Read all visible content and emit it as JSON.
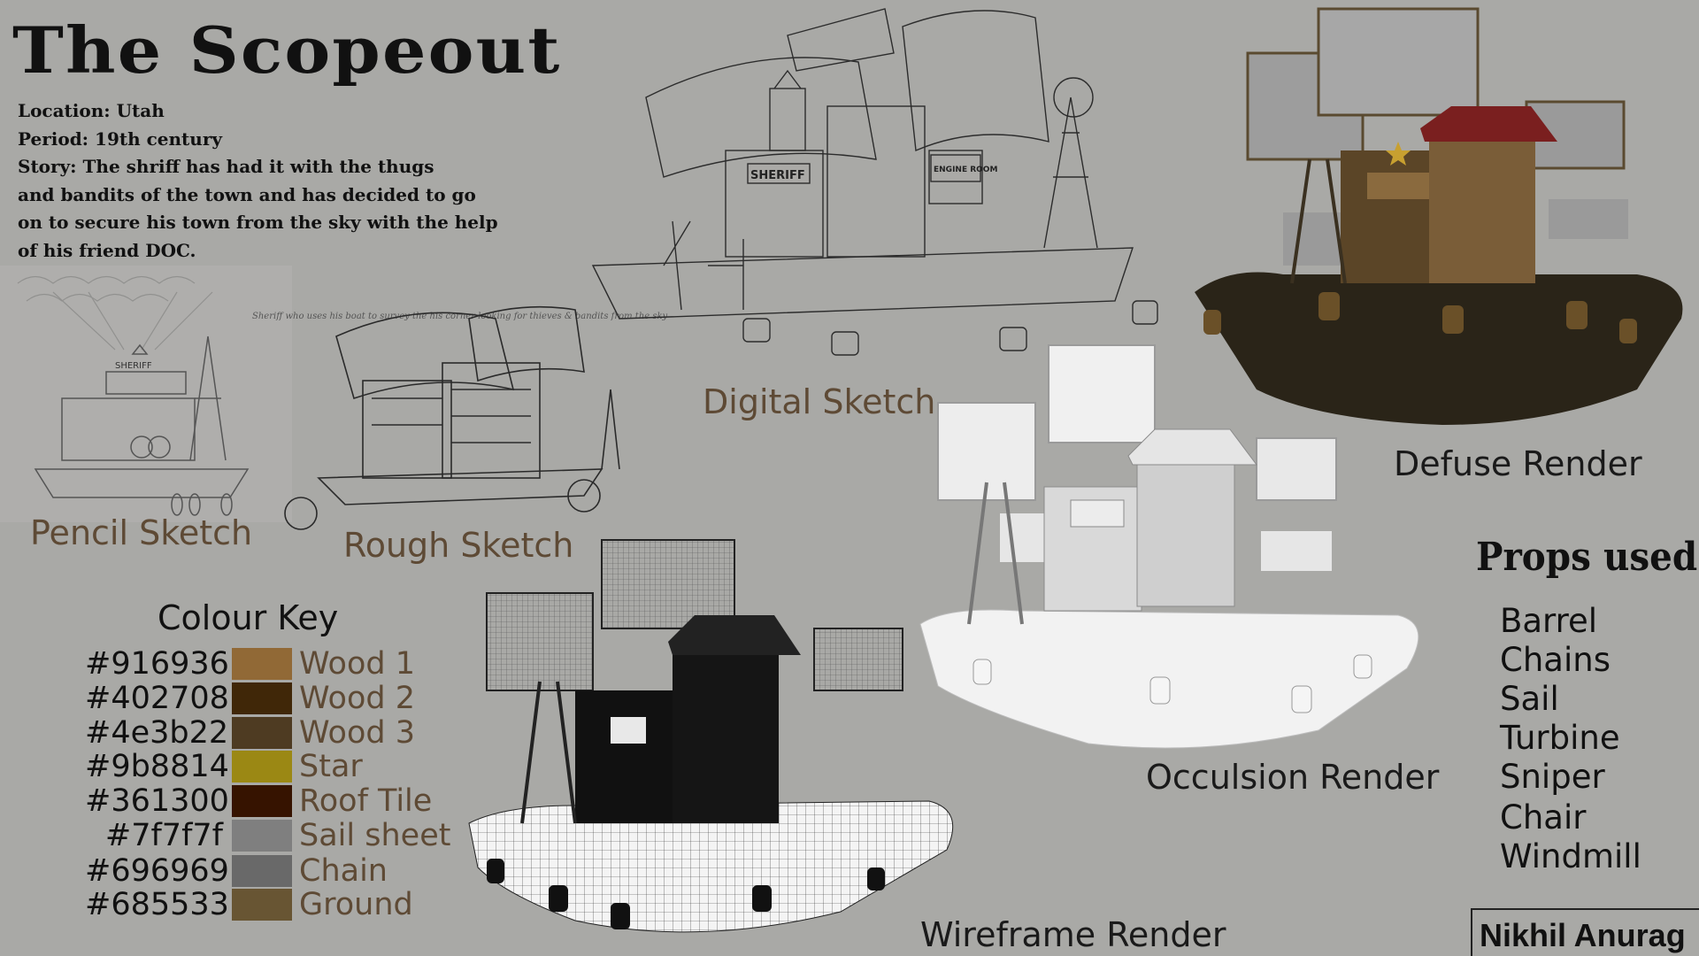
{
  "title": "The Scopeout",
  "story_lines": [
    "Location: Utah",
    "Period: 19th century",
    "Story: The shriff has had it with the thugs",
    "and bandits of the  town and has decided to go",
    "on to secure his town from the sky with the help",
    "of his friend DOC."
  ],
  "captions": {
    "pencil": "Pencil Sketch",
    "rough": "Rough Sketch",
    "digital": "Digital Sketch",
    "defuse": "Defuse Render",
    "occlusion": "Occulsion Render",
    "wireframe": "Wireframe Render"
  },
  "pencil_notes": "Sheriff who uses his boat to survey the his corner looking for thieves & bandits from the sky",
  "sign_text": {
    "sheriff": "SHERIFF",
    "engine_room": "ENGINE ROOM",
    "pencil_sheriff": "SHERIFF"
  },
  "colour_key": {
    "title": "Colour Key",
    "items": [
      {
        "hex": "#916936",
        "name": "Wood 1",
        "color": "#916936"
      },
      {
        "hex": "#402708",
        "name": "Wood 2",
        "color": "#402708"
      },
      {
        "hex": "#4e3b22",
        "name": "Wood 3",
        "color": "#4e3b22"
      },
      {
        "hex": "#9b8814",
        "name": "Star",
        "color": "#9b8814"
      },
      {
        "hex": "#361300",
        "name": "Roof Tile",
        "color": "#361300"
      },
      {
        "hex": "#7f7f7f",
        "name": "Sail sheet",
        "color": "#7f7f7f"
      },
      {
        "hex": "#696969",
        "name": "Chain",
        "color": "#696969"
      },
      {
        "hex": "#685533",
        "name": "Ground",
        "color": "#685533"
      }
    ]
  },
  "props": {
    "heading": "Props used:",
    "items": [
      "Barrel",
      "Chains",
      "Sail",
      "Turbine",
      "Sniper",
      "Chair",
      "Windmill"
    ]
  },
  "author": "Nikhil Anurag"
}
